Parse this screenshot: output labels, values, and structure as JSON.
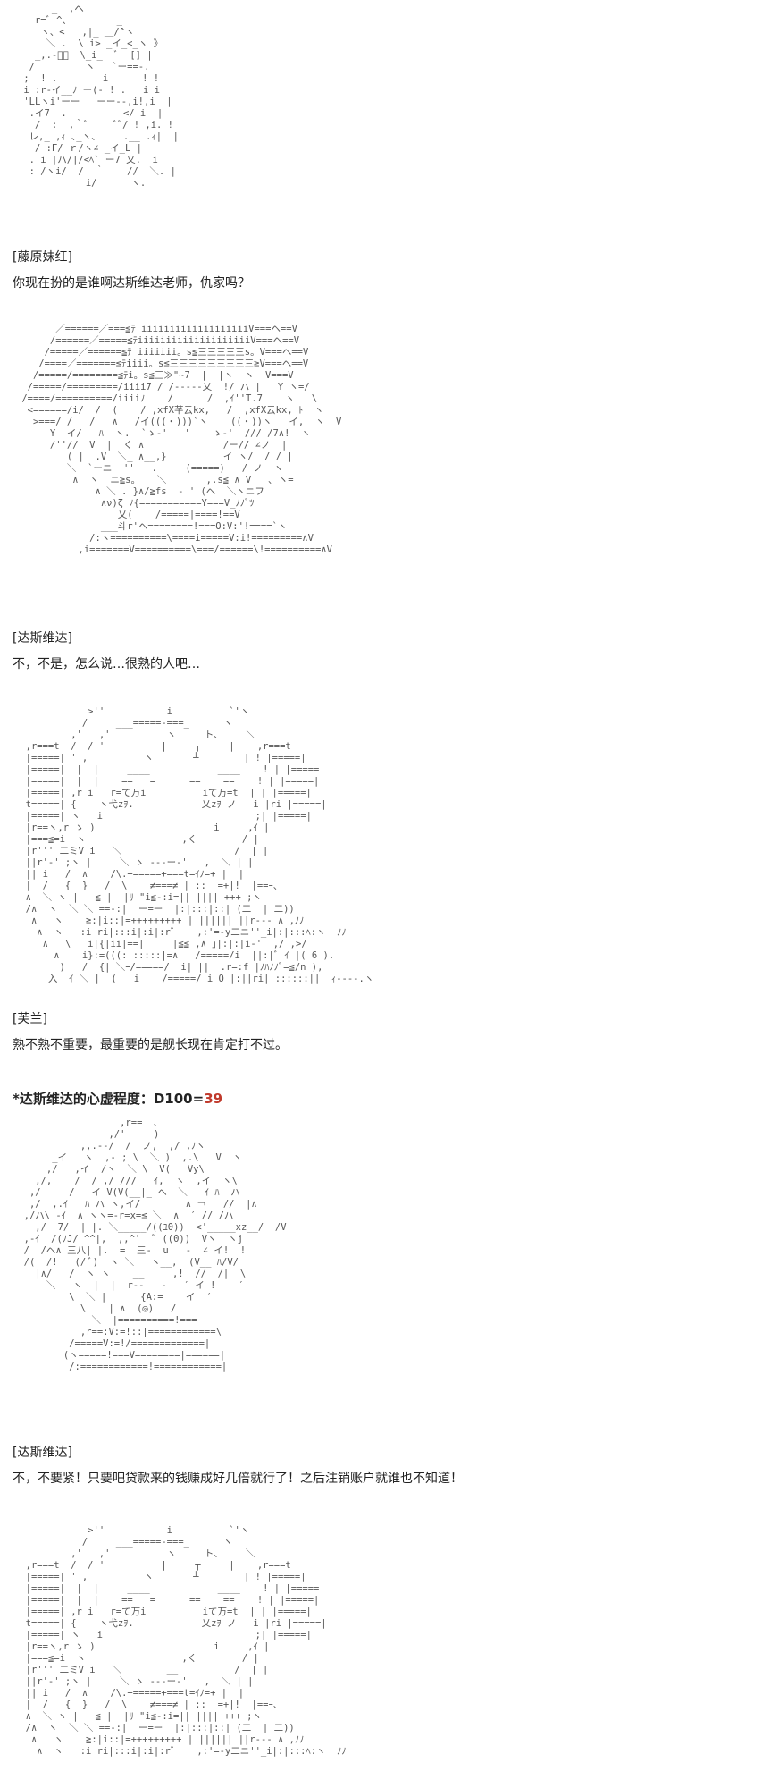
{
  "art": [
    "      _  ,ヘ\n   r=ﾞ ^、        _\n    ヽ、<   ,|_ ＿/^ヽ\n     ＼ .  \\ i> _イ_<_ヽ 》\n   _,.-ﾞ゛  \\_i_  ﾞ  [] |\n  /         ヽ   `ー==-.\n ;  ! .        i      ! !\n i :r-イ__ﾉ'ー(- ! .   i i\n 'LLヽi'ーー   ーー--,i!,i  |\n  .イ7  .          </ i  |\n   /  :  ,｀ﾞ     ﾞﾞ/ ! ,i. !\n  レ,_ ,ｨ ､_ヽ、    .__ .ｨ|  |\n   / :Γ/ ｒ/ヽ∠ _イ_L |\n  . i |ハ/|/<ﾍ` ー7 乂.  i\n  : /ヽi/  /  ｀    //  ＼. |\n            i/      ヽ.",
    "       ／======／===≦ﾃ iiiiiiiiiiiiiiiiiiiV===ヘ==V\n      /======／=====≦ﾃiiiiiiiiiiiiiiiiiiiiV===ヘ==V\n     /=====／======≦ﾃ iiiiiii。s≦三三三三三s。V===ヘ==V\n    /====／=======≦ﾃiiii。s≦三三三三三三三三三≧V===ヘ==V\n   /=====/========≦ﾃi。s≦三≫\"~7  |  |ヽ  ヽ  V===V\n  /=====/=========/iiii7 / /-----乂  !/ ハ |__ Y ヽ=/\n /====/==========/iiiiﾉ    /      /  ,ｲ''T.7    ヽ   \\\n  <======/i/  /  (    / ,xfX芊云kx,   /  ,xfX云kx, ﾄ  ヽ\n   >===/ /   /   ∧   /イ(((・)))`ヽ    ((・))ヽ   イ,  ヽ  V\n      Y  イ/   ﾊ  ヽ.  `ゝ-'   '    ゝ-'  /// /7∧!  ヽ\n      /''//  V  |  く ∧              /ー// ∠ノ  |\n         ( |  .V  ＼_ ∧__,}          イ ヽ/  / / |\n         ＼  `ーニ  ''   .     (=====)   / ノ  ヽ\n          ∧  ヽ  ニ≧s。   ＼       ,.s≦ ∧ V   ､ ヽ=\n              ∧ ＼ . }∧/≧fs  - ' (ヘ  ＼ヽニフ\n               ∧ν)ζ ﾉ{===========Y===V_ﾉﾉﾞﾂ\n                  乂(    /=====|====!==V\n               ___斗r'ヘ========!===O:V:'!====`ヽ\n             /:ヽ==========\\====i=====V:i!=========∧V\n           ,i=======V==========\\===/======\\!==========∧V",
    "             >''           i          `'ヽ\n            /     ___=====-===_      ヽ\n          ,'   ,'          ヽ     ト、    ＼\n  ,r===t  /  / '          |     ┬     |    ,r===t\n  |=====| ' ,          ヽ       ┴        | ! |=====|\n  |=====|  |  |     ____            ____    ! | |=====|\n  |=====|  |  |    ==   =      ==    ==    ! | |=====|\n  |=====| ,r i   r=て万i          iて万=t  | | |=====|\n  t=====| {    ヽ弋zｦ.            乂zｦ ノ   i |ri |=====|\n  |=====| ヽ   i                           ;| |=====|\n  |r==ヽ,r ゝ )                     i     ,ｲ |\n  |===≦=i  ヽ                 ,く        / |\n  |r''' 二ミV i   ＼        __          /  | |\n  ||r'-' ;ヽ |     ＼ ゝ ---ー-'   ,  ＼ | |\n  || i   /  ∧    /\\.+=====+===t=ｲﾉ=+ |  |\n  |  /   {  }   /  \\   |≠===≠ | ::  =+|!  |==ｰ、\n  ∧  ＼ ヽ |   ≦ |  |ﾘ \"i≦-:i=|| |||| +++ ;ヽ\n  /∧  ヽ  ＼ ＼|==-:|  ー=ー  |:|:::|::| (二  | 二))\n   ∧   ヽ    ≧:|i::|=+++++++++ | |||||| ||r--- ∧ ,ﾉﾉ\n    ∧  ヽ   :i ri|:::i|:i|:r゛   ,:'=-y二ニ''_i|:|:::ﾍ:ヽ  ﾉﾉ\n     ∧   \\   i|{|ii|==|     |≦≦ ,∧ ｣|:|:|i-'  ,/ ,>/\n       ∧    i}:=(((:|:::::|=∧   /=====/i  ||:|ﾞ ｲ |( 6 ).\n        )   /  {| ＼ｰ/=====/  i| ||  .r=:f |ﾉﾊﾉﾉﾞ=≦/n ),\n      入  ｲ ＼ |  (   i    /=====/ i O |:||ri| ::::::||  ｨ----.ヽ",
    "                   ,r==  ､\n                 ,/'     )\n            ,,.--/  /  ノ,  ,/ ,ﾉヽ\n       _イ   ヽ  ,- ; \\  ＼ )  ,.\\   V  ヽ\n      ,/   ,イ  /ヽ  ＼ \\  V(   Vy\\\n    ,/,    /  / ,/ ///   ｲ,  ヽ  ,イ  ヽ\\\n   ,/     /   イ V(V(__|_ ヘ  ＼   ｲ ﾊ  ハ\n   ,/  ,.ｲ   ﾊ ハ ヽ,イ/        ∧ ￢   //  |∧\n  ,/ハ\\ -ｲ  ∧ ヽヽ=-r=x=≦ ＼  ∧  ′ // /ハ\n    ,/  7/  | |. ＼_____/((ﾕ0))  <'_____xz__/  /V\n  ,-ｲ  /(ﾉJ/ ^^|,__,,^'  ﾞ ((0))  Vヽ  ヽj\n  /  /ヘ∧ 三八| |.  =  三-  u   ‐  ∠ イ!  !\n  /(  /!   (/ ﾞ)  ヽ ＼   ヽ__,  (V__|ﾊ/V/\n    |∧/   /  ヽ ヽ    __     ,!  //  /|  \\\n      ＼   ヽ  |  |  r--   ‐   ′ イ !    ′\n          \\  ＼ |      {A:=    イ  ′\n            \\    | ∧  (◎)   /\n              ＼  |==========!===\n            ,r==:V:=!::|============\\\n          /=====V:=!/=============|\n         (ヽ=====!===V========|======|\n          /:============!============|",
    "             >''           i          `'ヽ\n            /     ___=====-===_      ヽ\n          ,'   ,'          ヽ     ト、    ＼\n  ,r===t  /  / '          |     ┬     |    ,r===t\n  |=====| ' ,          ヽ       ┴        | ! |=====|\n  |=====|  |  |     ____            ____    ! | |=====|\n  |=====|  |  |    ==   =      ==    ==    ! | |=====|\n  |=====| ,r i   r=て万i          iて万=t  | | |=====|\n  t=====| {    ヽ弋zｦ.            乂zｦ ノ   i |ri |=====|\n  |=====| ヽ   i                           ;| |=====|\n  |r==ヽ,r ゝ )                     i     ,ｲ |\n  |===≦=i  ヽ                 ,く        / |\n  |r''' 二ミV i   ＼        __          /  | |\n  ||r'-' ;ヽ |     ＼ ゝ ---ー-'   ,  ＼ | |\n  || i   /  ∧    /\\.+=====+===t=ｲﾉ=+ |  |\n  |  /   {  }   /  \\   |≠===≠ | ::  =+|!  |==ｰ、\n  ∧  ＼ ヽ |   ≦ |  |ﾘ \"i≦-:i=|| |||| +++ ;ヽ\n  /∧  ヽ  ＼ ＼|==-:|  ー=ー  |:|:::|::| (二  | 二))\n   ∧   ヽ    ≧:|i::|=+++++++++ | |||||| ||r--- ∧ ,ﾉﾉ\n    ∧  ヽ   :i ri|:::i|:i|:r゛   ,:'=-y二ニ''_i|:|:::ﾍ:ヽ  ﾉﾉ"
  ],
  "dialogue": [
    {
      "speaker": "[藤原妹红]",
      "text": "你现在扮的是谁啊达斯维达老师，仇家吗？"
    },
    {
      "speaker": "[达斯维达]",
      "text": "不，不是，怎么说…很熟的人吧…"
    },
    {
      "speaker": "[芙兰]",
      "text": "熟不熟不重要，最重要的是舰长现在肯定打不过。"
    },
    {
      "speaker": "[达斯维达]",
      "text": "不，不要紧！只要吧贷款来的钱赚成好几倍就行了！之后注销账户就谁也不知道！"
    }
  ],
  "roll": {
    "label": "*达斯维达的心虚程度：D100=",
    "result": "39"
  },
  "colors": {
    "text": "#222222",
    "art": "#555555",
    "roll_result": "#c0392b"
  }
}
